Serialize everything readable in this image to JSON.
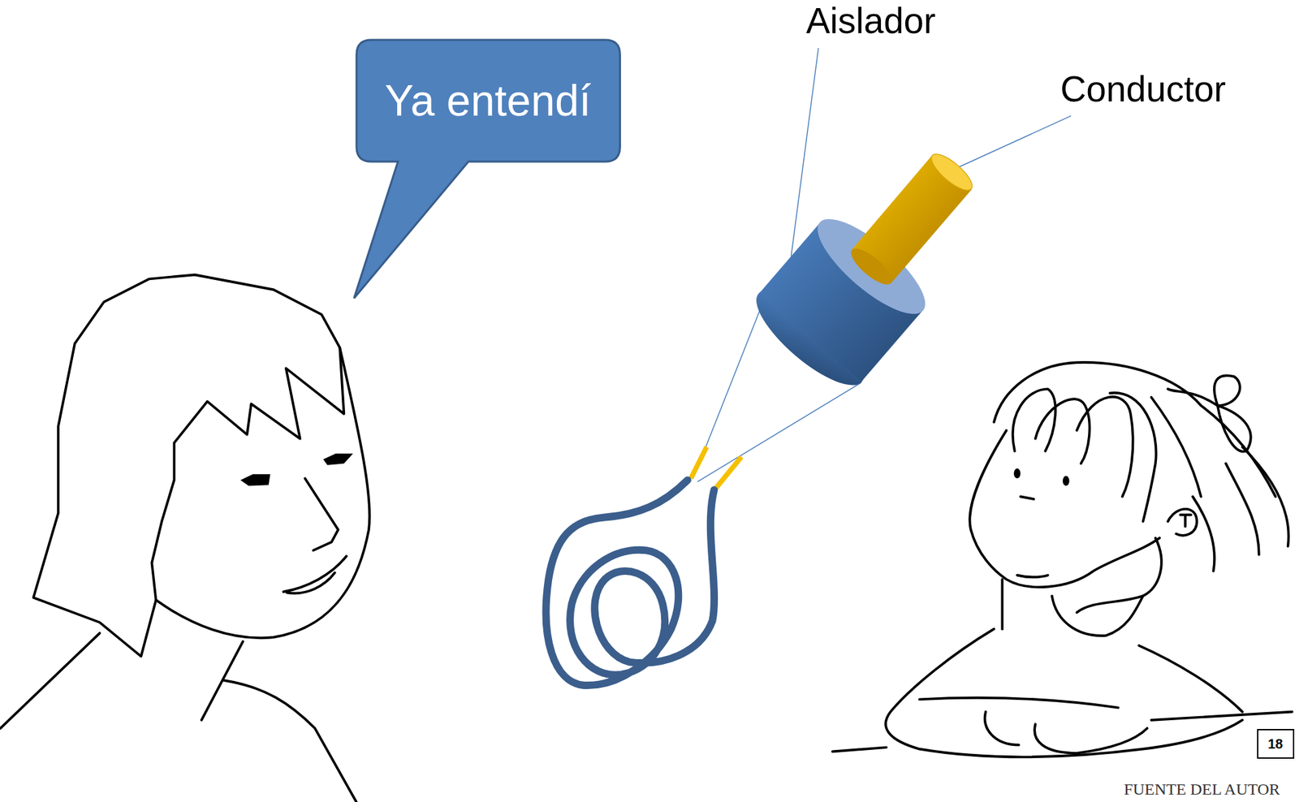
{
  "diagram": {
    "nodes": [
      {
        "text": [
          "Ya entendí"
        ]
      },
      {
        "text": [
          "18"
        ]
      }
    ],
    "labels": [
      "Aislador",
      "Conductor",
      "FUENTE DEL AUTOR"
    ]
  }
}
